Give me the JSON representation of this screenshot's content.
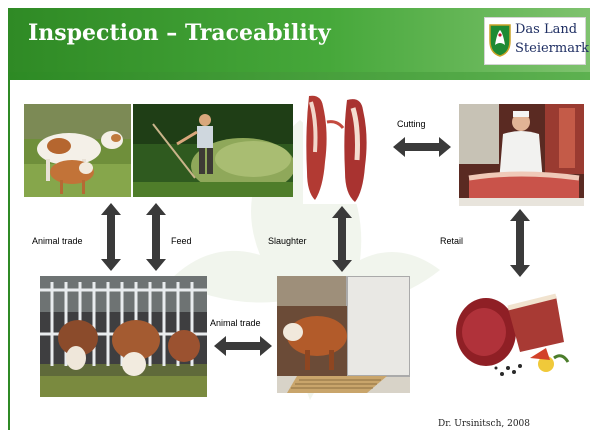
{
  "header": {
    "title": "Inspection – Traceability",
    "logo_text": "Das Land\nSteiermark",
    "logo_icon": "styria-coat-of-arms-icon"
  },
  "diagram": {
    "nodes": [
      {
        "id": "cattle",
        "image": "cows-grazing-photo"
      },
      {
        "id": "feed-farming",
        "image": "farmer-haymaking-photo"
      },
      {
        "id": "carcass",
        "image": "hanging-carcass-photo"
      },
      {
        "id": "butcher",
        "image": "butcher-cutting-photo"
      },
      {
        "id": "stable",
        "image": "cows-feeding-stall-photo"
      },
      {
        "id": "transport",
        "image": "cow-trailer-photo"
      },
      {
        "id": "retail",
        "image": "meat-products-photo"
      }
    ],
    "links": [
      {
        "from": "cattle",
        "to": "stable",
        "label": "Animal trade"
      },
      {
        "from": "feed-farming",
        "to": "stable",
        "label": "Feed"
      },
      {
        "from": "carcass",
        "to": "transport",
        "label": "Slaughter"
      },
      {
        "from": "carcass",
        "to": "butcher",
        "label": "Cutting"
      },
      {
        "from": "butcher",
        "to": "retail",
        "label": "Retail"
      },
      {
        "from": "stable",
        "to": "transport",
        "label": "Animal trade"
      }
    ]
  },
  "footer": {
    "credit": "Dr. Ursinitsch, 2008"
  },
  "colors": {
    "header_green": "#3c9a30",
    "arrow_fill": "#3a3a3a",
    "title_text": "#ffffff"
  }
}
